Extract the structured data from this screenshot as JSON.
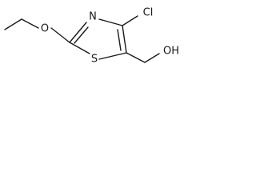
{
  "molecule": {
    "atoms": {
      "oxygen_ether": "O",
      "nitrogen": "N",
      "chlorine": "Cl",
      "sulfur": "S",
      "hydroxyl": "OH"
    }
  }
}
